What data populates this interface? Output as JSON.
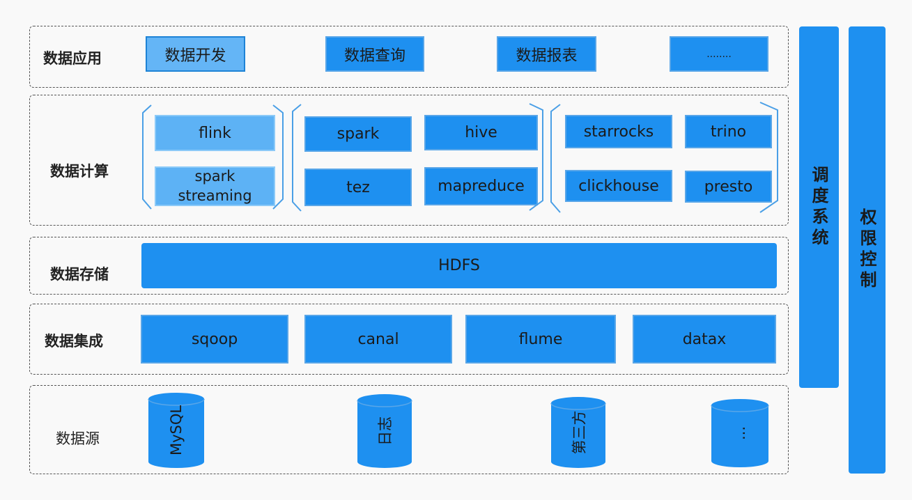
{
  "layers": {
    "application": {
      "label": "数据应用",
      "items": [
        "数据开发",
        "数据查询",
        "数据报表",
        "........"
      ]
    },
    "compute": {
      "label": "数据计算",
      "group1": [
        "flink",
        "spark\nstreaming"
      ],
      "group2": [
        "spark",
        "hive",
        "tez",
        "mapreduce"
      ],
      "group3": [
        "starrocks",
        "trino",
        "clickhouse",
        "presto"
      ]
    },
    "storage": {
      "label": "数据存储",
      "items": [
        "HDFS"
      ]
    },
    "integration": {
      "label": "数据集成",
      "items": [
        "sqoop",
        "canal",
        "flume",
        "datax"
      ]
    },
    "source": {
      "label": "数据源",
      "items": [
        "MySQL",
        "日志",
        "第三方",
        "..."
      ]
    }
  },
  "side": {
    "scheduler": "调度系统",
    "permission": "权限控制"
  },
  "colors": {
    "box": "#1e90f0",
    "box_light": "#5db2f5",
    "border": "#59a6e8"
  }
}
